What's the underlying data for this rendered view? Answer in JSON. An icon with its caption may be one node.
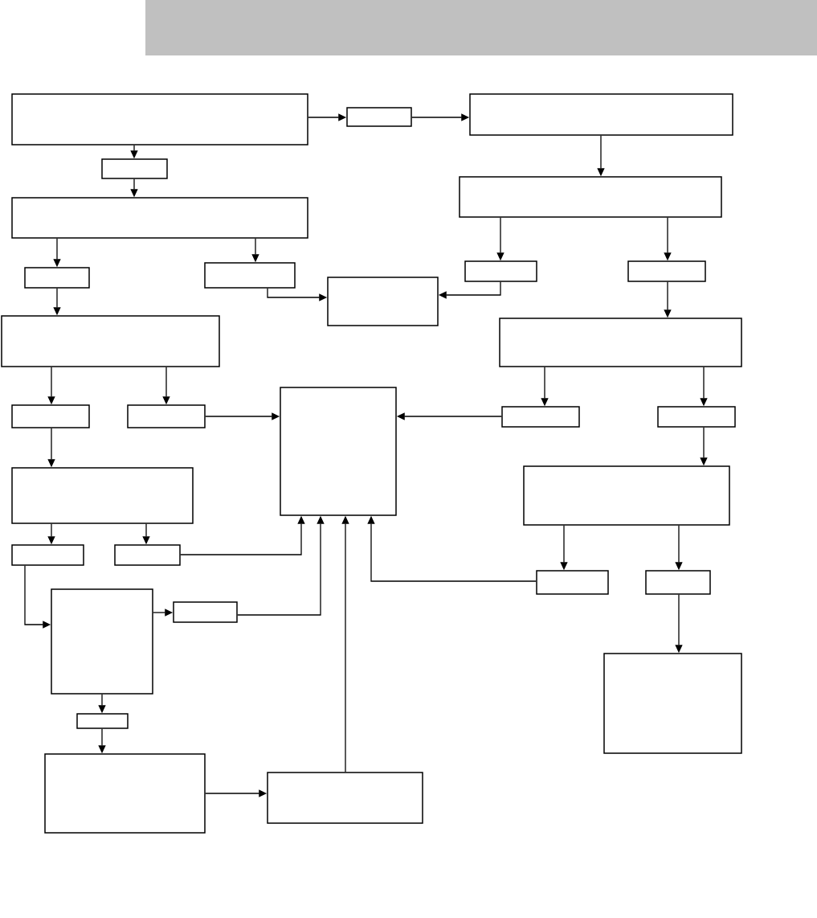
{
  "diagram": {
    "nodes": [
      {
        "text": [],
        "shape": "box"
      },
      {
        "text": [],
        "shape": "box"
      },
      {
        "text": [],
        "shape": "box"
      },
      {
        "text": [],
        "shape": "box"
      },
      {
        "text": [],
        "shape": "box"
      },
      {
        "text": [],
        "shape": "box"
      },
      {
        "text": [],
        "shape": "box"
      },
      {
        "text": [],
        "shape": "box"
      },
      {
        "text": [],
        "shape": "box"
      },
      {
        "text": [],
        "shape": "box"
      },
      {
        "text": [],
        "shape": "box"
      },
      {
        "text": [],
        "shape": "box"
      },
      {
        "text": [],
        "shape": "box"
      },
      {
        "text": [],
        "shape": "box"
      },
      {
        "text": [],
        "shape": "box"
      },
      {
        "text": [],
        "shape": "box"
      },
      {
        "text": [],
        "shape": "box"
      },
      {
        "text": [],
        "shape": "box"
      },
      {
        "text": [],
        "shape": "box"
      },
      {
        "text": [],
        "shape": "box"
      },
      {
        "text": [],
        "shape": "box"
      },
      {
        "text": [],
        "shape": "box"
      },
      {
        "text": [],
        "shape": "box"
      },
      {
        "text": [],
        "shape": "box"
      },
      {
        "text": [],
        "shape": "box"
      },
      {
        "text": [],
        "shape": "box"
      },
      {
        "text": [],
        "shape": "box"
      },
      {
        "text": [],
        "shape": "box"
      },
      {
        "text": [],
        "shape": "box"
      },
      {
        "text": [],
        "shape": "box"
      }
    ],
    "edges": [
      {
        "from": 0,
        "to": 1,
        "arrow": "to"
      },
      {
        "from": 1,
        "to": 2,
        "arrow": "to"
      },
      {
        "from": 0,
        "to": 3,
        "arrow": "to"
      },
      {
        "from": 3,
        "to": 4,
        "arrow": "to"
      },
      {
        "from": 2,
        "to": 5,
        "arrow": "to"
      },
      {
        "from": 4,
        "to": 6,
        "arrow": "to"
      },
      {
        "from": 4,
        "to": 7,
        "arrow": "to"
      },
      {
        "from": 7,
        "to": 8,
        "arrow": "to"
      },
      {
        "from": 9,
        "to": 8,
        "arrow": "to"
      },
      {
        "from": 5,
        "to": 9,
        "arrow": "to"
      },
      {
        "from": 5,
        "to": 10,
        "arrow": "to"
      },
      {
        "from": 6,
        "to": 11,
        "arrow": "to"
      },
      {
        "from": 10,
        "to": 12,
        "arrow": "to"
      },
      {
        "from": 11,
        "to": 13,
        "arrow": "to"
      },
      {
        "from": 11,
        "to": 14,
        "arrow": "to"
      },
      {
        "from": 14,
        "to": 15,
        "arrow": "to"
      },
      {
        "from": 16,
        "to": 15,
        "arrow": "to"
      },
      {
        "from": 12,
        "to": 16,
        "arrow": "to"
      },
      {
        "from": 12,
        "to": 17,
        "arrow": "to"
      },
      {
        "from": 13,
        "to": 18,
        "arrow": "to"
      },
      {
        "from": 17,
        "to": 19,
        "arrow": "to"
      },
      {
        "from": 18,
        "to": 20,
        "arrow": "to"
      },
      {
        "from": 18,
        "to": 21,
        "arrow": "to"
      },
      {
        "from": 21,
        "to": 15,
        "arrow": "to"
      },
      {
        "from": 19,
        "to": 22,
        "arrow": "to"
      },
      {
        "from": 19,
        "to": 23,
        "arrow": "to"
      },
      {
        "from": 22,
        "to": 15,
        "arrow": "to"
      },
      {
        "from": 20,
        "to": 24,
        "arrow": "to"
      },
      {
        "from": 24,
        "to": 25,
        "arrow": "to"
      },
      {
        "from": 25,
        "to": 15,
        "arrow": "to"
      },
      {
        "from": 23,
        "to": 26,
        "arrow": "to"
      },
      {
        "from": 24,
        "to": 27,
        "arrow": "to"
      },
      {
        "from": 27,
        "to": 28,
        "arrow": "to"
      },
      {
        "from": 28,
        "to": 29,
        "arrow": "to"
      },
      {
        "from": 29,
        "to": 15,
        "arrow": "to"
      }
    ]
  }
}
